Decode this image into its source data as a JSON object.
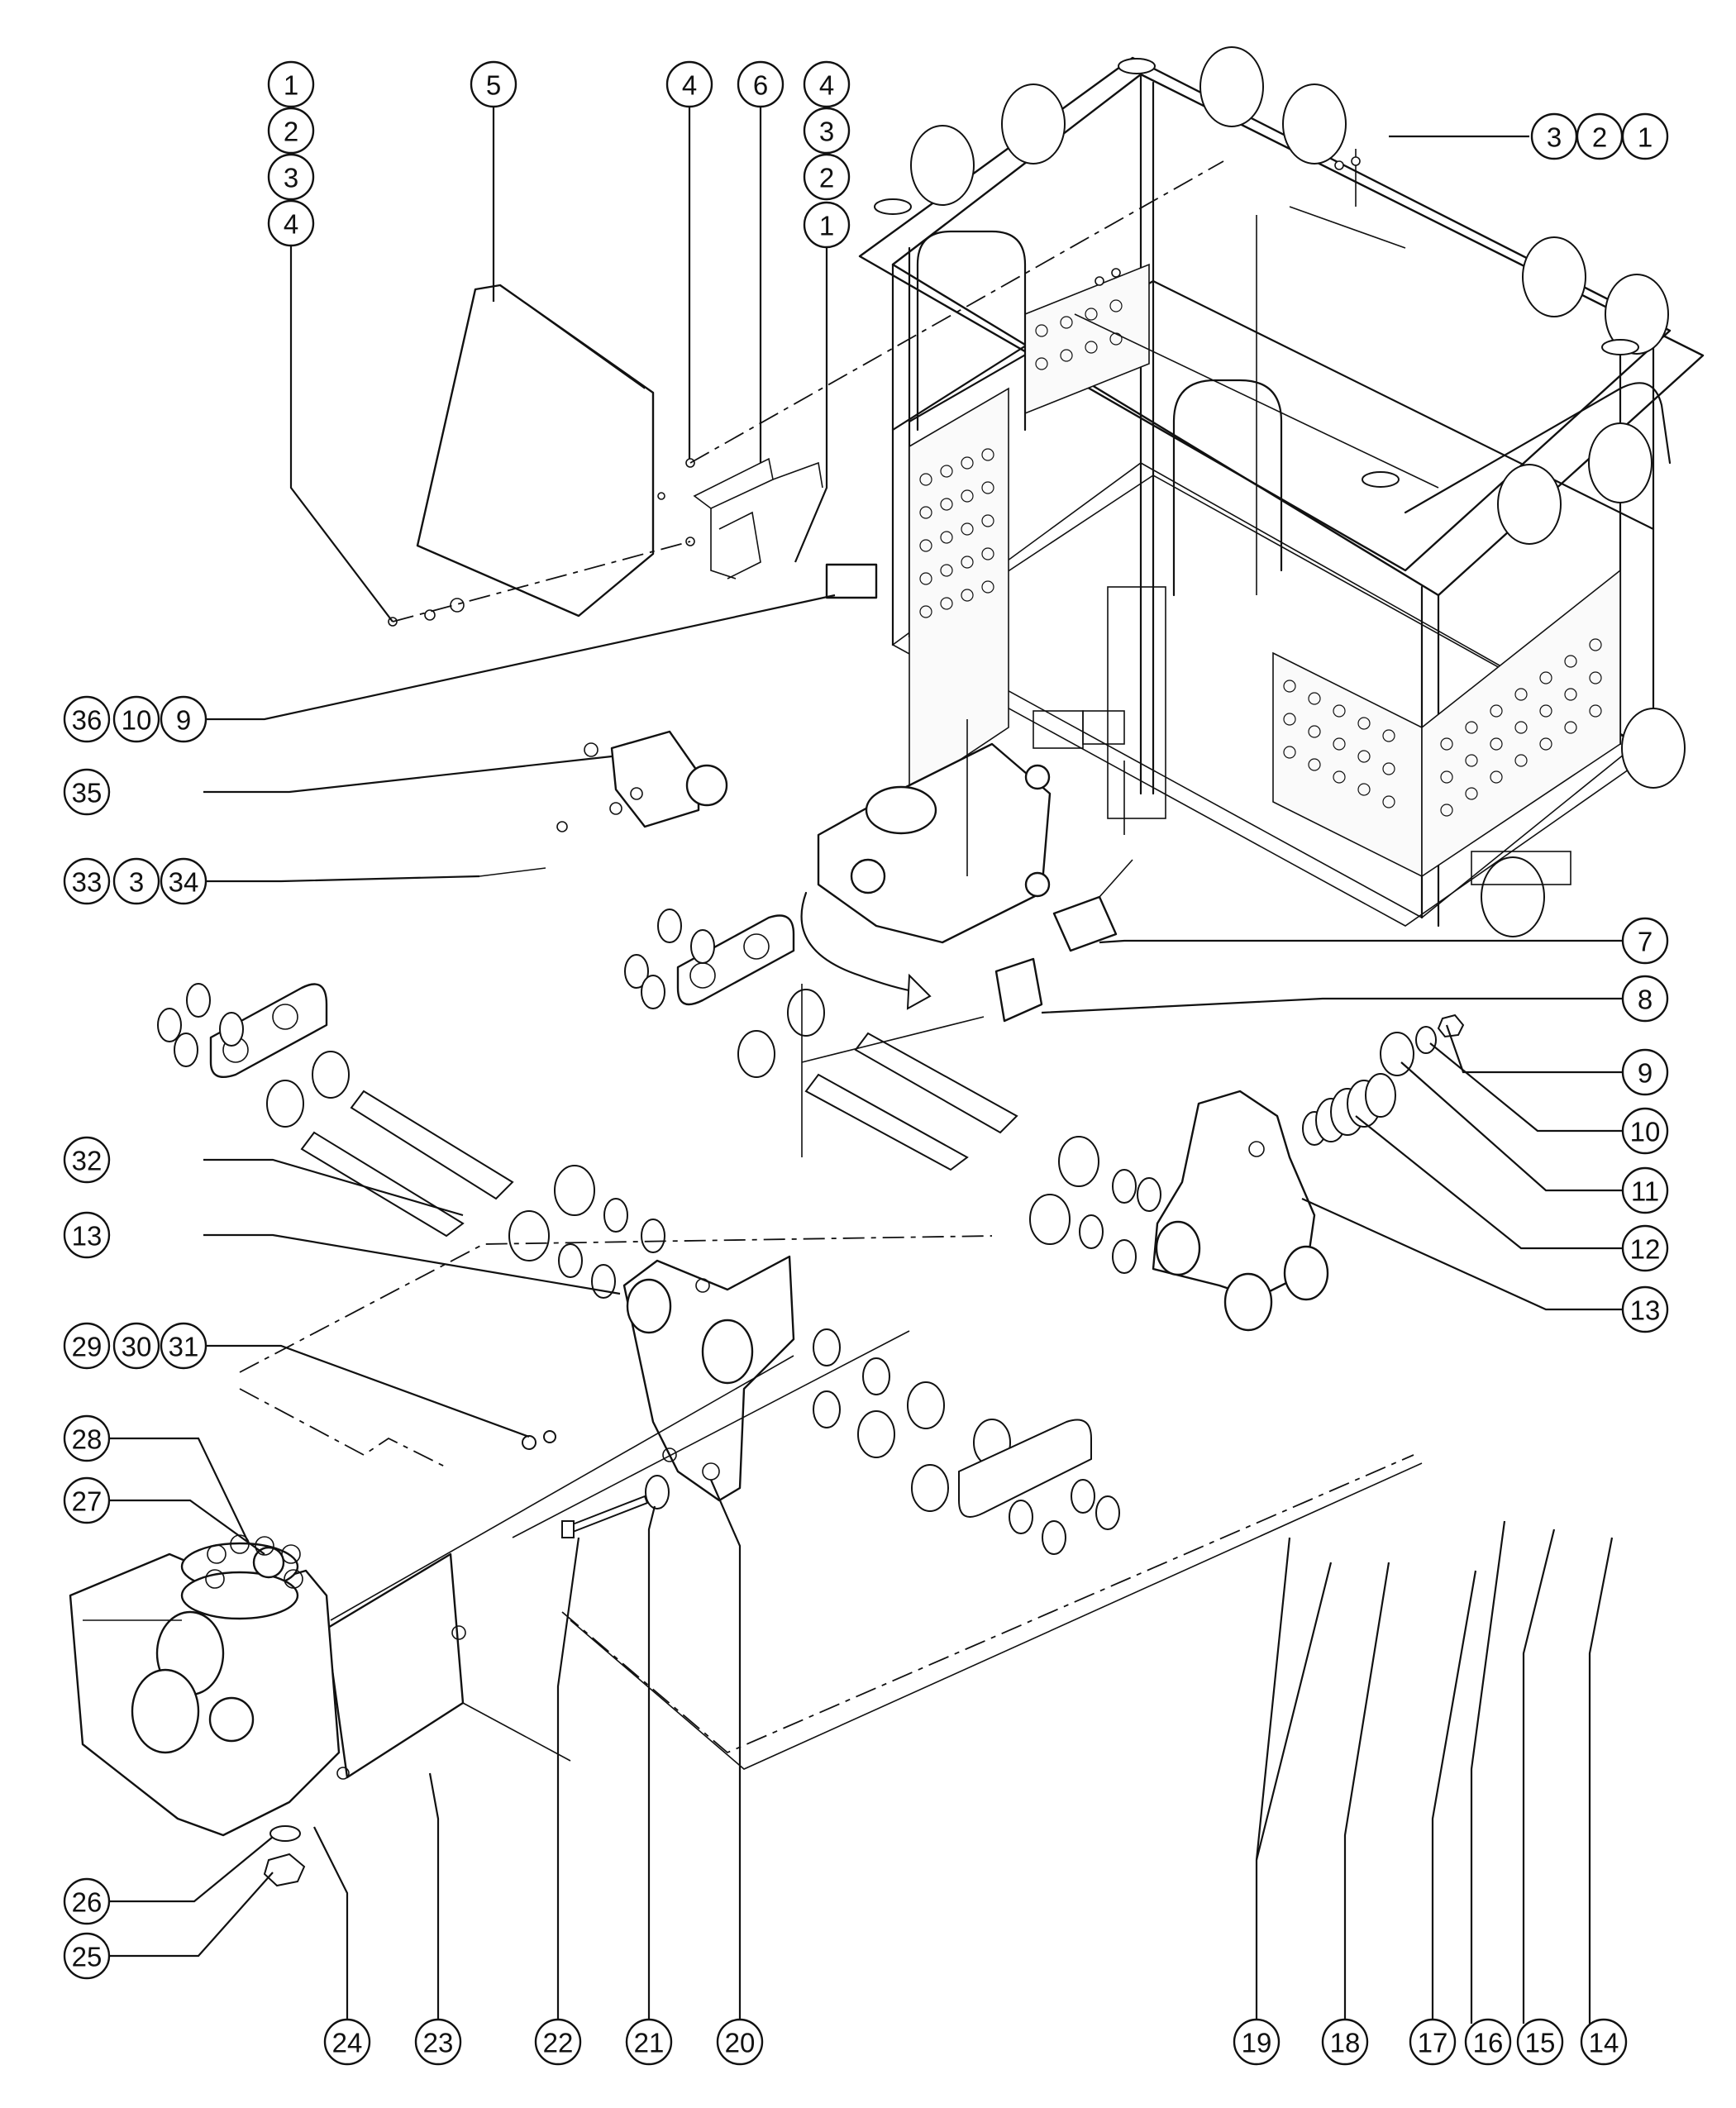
{
  "callouts": [
    {
      "id": "c1a",
      "label": "1"
    },
    {
      "id": "c2a",
      "label": "2"
    },
    {
      "id": "c3a",
      "label": "3"
    },
    {
      "id": "c4a",
      "label": "4"
    },
    {
      "id": "c5",
      "label": "5"
    },
    {
      "id": "c4b",
      "label": "4"
    },
    {
      "id": "c6",
      "label": "6"
    },
    {
      "id": "c4c",
      "label": "4"
    },
    {
      "id": "c3c",
      "label": "3"
    },
    {
      "id": "c2c",
      "label": "2"
    },
    {
      "id": "c1c",
      "label": "1"
    },
    {
      "id": "c3d",
      "label": "3"
    },
    {
      "id": "c2d",
      "label": "2"
    },
    {
      "id": "c1d",
      "label": "1"
    },
    {
      "id": "c36",
      "label": "36"
    },
    {
      "id": "c10a",
      "label": "10"
    },
    {
      "id": "c9a",
      "label": "9"
    },
    {
      "id": "c35",
      "label": "35"
    },
    {
      "id": "c33",
      "label": "33"
    },
    {
      "id": "c3e",
      "label": "3"
    },
    {
      "id": "c34",
      "label": "34"
    },
    {
      "id": "c7",
      "label": "7"
    },
    {
      "id": "c8",
      "label": "8"
    },
    {
      "id": "c9b",
      "label": "9"
    },
    {
      "id": "c10b",
      "label": "10"
    },
    {
      "id": "c11",
      "label": "11"
    },
    {
      "id": "c12",
      "label": "12"
    },
    {
      "id": "c13a",
      "label": "13"
    },
    {
      "id": "c32",
      "label": "32"
    },
    {
      "id": "c13b",
      "label": "13"
    },
    {
      "id": "c29",
      "label": "29"
    },
    {
      "id": "c30",
      "label": "30"
    },
    {
      "id": "c31",
      "label": "31"
    },
    {
      "id": "c28",
      "label": "28"
    },
    {
      "id": "c27",
      "label": "27"
    },
    {
      "id": "c26",
      "label": "26"
    },
    {
      "id": "c25",
      "label": "25"
    },
    {
      "id": "c24",
      "label": "24"
    },
    {
      "id": "c23",
      "label": "23"
    },
    {
      "id": "c22",
      "label": "22"
    },
    {
      "id": "c21",
      "label": "21"
    },
    {
      "id": "c20",
      "label": "20"
    },
    {
      "id": "c19",
      "label": "19"
    },
    {
      "id": "c18",
      "label": "18"
    },
    {
      "id": "c17",
      "label": "17"
    },
    {
      "id": "c16",
      "label": "16"
    },
    {
      "id": "c15",
      "label": "15"
    },
    {
      "id": "c14",
      "label": "14"
    }
  ]
}
